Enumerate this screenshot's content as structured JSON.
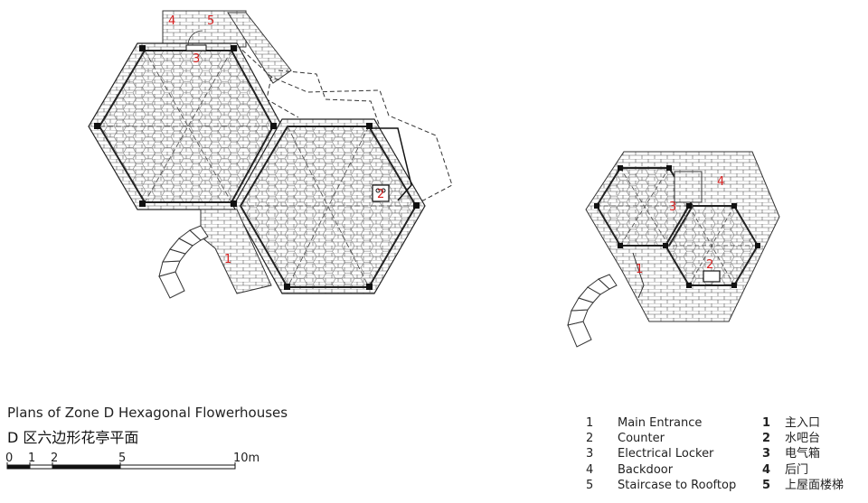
{
  "title": {
    "english": "Plans of Zone D Hexagonal Flowerhouses",
    "chinese": "D 区六边形花亭平面"
  },
  "scale_bar": {
    "ticks": [
      "0",
      "1",
      "2",
      "5",
      "10m"
    ]
  },
  "legend": [
    {
      "num": "1",
      "en": "Main Entrance",
      "num_cn": "1",
      "cn": "主入口"
    },
    {
      "num": "2",
      "en": "Counter",
      "num_cn": "2",
      "cn": "水吧台"
    },
    {
      "num": "3",
      "en": "Electrical Locker",
      "num_cn": "3",
      "cn": "电气箱"
    },
    {
      "num": "4",
      "en": "Backdoor",
      "num_cn": "4",
      "cn": "后门"
    },
    {
      "num": "5",
      "en": "Staircase to Rooftop",
      "num_cn": "5",
      "cn": "上屋面楼梯"
    }
  ],
  "plan_labels": {
    "left": [
      "1",
      "2",
      "3",
      "4",
      "5"
    ],
    "right": [
      "1",
      "2",
      "3",
      "4"
    ]
  },
  "colors": {
    "line": "#222222",
    "label_red": "#d62020"
  }
}
